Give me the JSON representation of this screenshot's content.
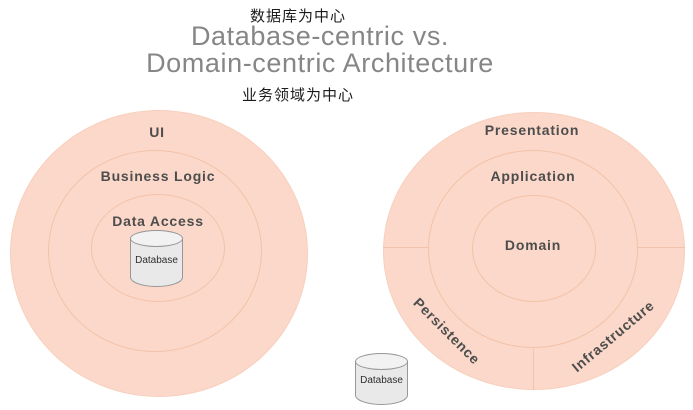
{
  "title": {
    "chinese_top": "数据库为中心",
    "english_line1": "Database-centric vs.",
    "english_line2": "Domain-centric Architecture",
    "chinese_bottom": "业务领域为中心"
  },
  "left_diagram": {
    "layers": [
      {
        "label": "UI"
      },
      {
        "label": "Business Logic"
      },
      {
        "label": "Data Access"
      }
    ],
    "database_label": "Database"
  },
  "right_diagram": {
    "layers": [
      {
        "label": "Presentation"
      },
      {
        "label": "Application"
      },
      {
        "label": "Domain"
      }
    ],
    "outer_segments": [
      {
        "label": "Persistence"
      },
      {
        "label": "Infrastructure"
      }
    ],
    "database_label": "Database"
  },
  "colors": {
    "background": "#ffffff",
    "ring_fill": "#fbd8c9",
    "ring_stroke": "#f3c2aa",
    "ring_label_text": "#4d4d4d",
    "title_english_text": "#868686",
    "title_chinese_text": "#1c1c1c",
    "cylinder_fill": "#e9e9e9",
    "cylinder_top_fill": "#f2f2f2",
    "cylinder_stroke": "#979797"
  }
}
